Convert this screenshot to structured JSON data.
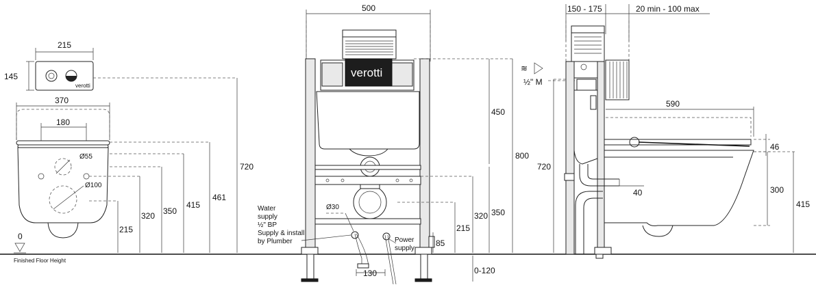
{
  "brand": {
    "logo_text": "verotti",
    "plate_logo_text": "verotti"
  },
  "flush_plate": {
    "width": "215",
    "height": "145"
  },
  "front_view": {
    "pan_width": "370",
    "fixing_spacing": "180",
    "outlet_small": "Ø55",
    "outlet_large": "Ø100",
    "h_215": "215",
    "h_320": "320",
    "h_350": "350",
    "h_415": "415",
    "h_461": "461",
    "h_720": "720"
  },
  "floor": {
    "zero": "0",
    "label": "Finished Floor Height"
  },
  "frame_view": {
    "frame_width": "500",
    "h_450": "450",
    "h_800": "800",
    "h_350": "350",
    "h_320": "320",
    "h_215": "215",
    "h_85": "85",
    "leg_adjust": "0-120",
    "inlet_spacing": "130",
    "pipe_diameter": "Ø30",
    "water_label": [
      "Water",
      "supply",
      "½\" BP",
      "Supply & install",
      "by Plumber"
    ],
    "power_label": [
      "Power",
      "supply"
    ]
  },
  "side_view": {
    "depth_range": "150 - 175",
    "wall_range": "20 min - 100 max",
    "inlet_size": "½\" M",
    "pan_projection": "590",
    "h_720": "720",
    "h_46": "46",
    "h_40": "40",
    "h_300": "300",
    "h_415": "415"
  }
}
